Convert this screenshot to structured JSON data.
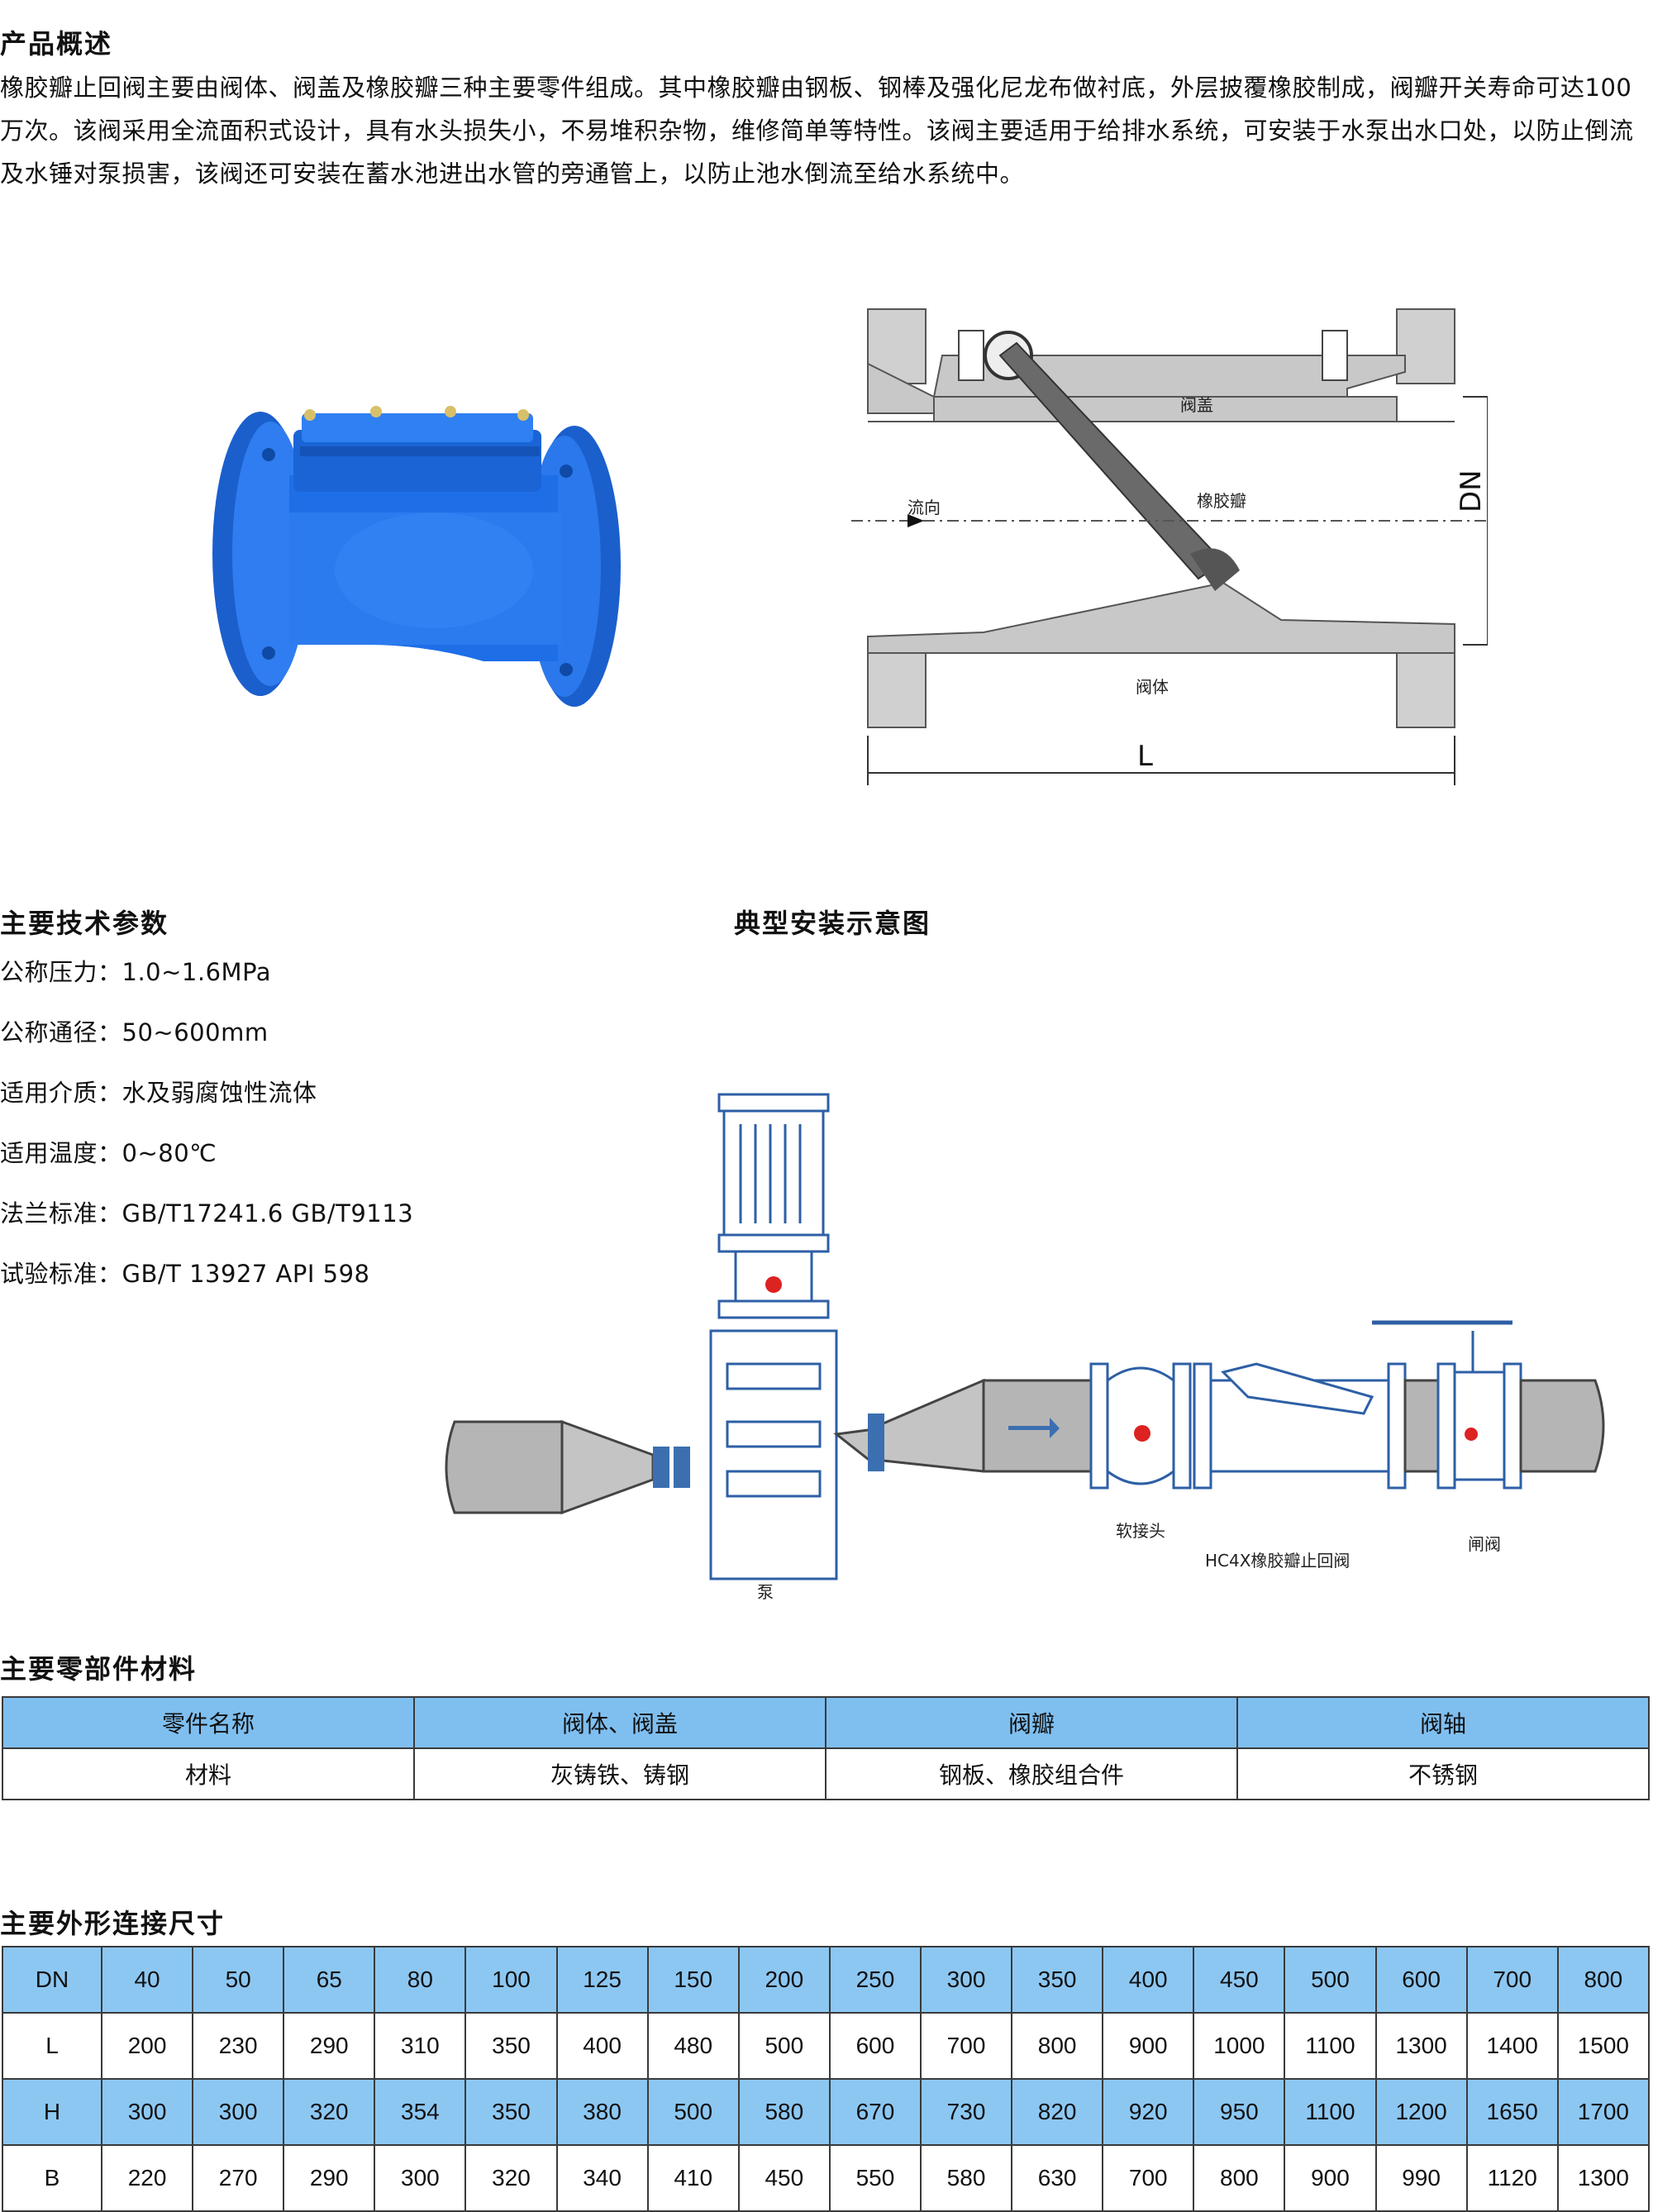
{
  "sections": {
    "overview_title": "产品概述",
    "overview_text": "橡胶瓣止回阀主要由阀体、阀盖及橡胶瓣三种主要零件组成。其中橡胶瓣由钢板、钢棒及强化尼龙布做衬底，外层披覆橡胶制成，阀瓣开关寿命可达100万次。该阀采用全流面积式设计，具有水头损失小，不易堆积杂物，维修简单等特性。该阀主要适用于给排水系统，可安装于水泵出水口处，以防止倒流及水锤对泵损害，该阀还可安装在蓄水池进出水管的旁通管上，以防止池水倒流至给水系统中。",
    "specs_title": "主要技术参数",
    "install_title": "典型安装示意图",
    "materials_title": "主要零部件材料",
    "dimensions_title": "主要外形连接尺寸"
  },
  "specs": [
    {
      "label": "公称压力：",
      "value": "1.0~1.6MPa"
    },
    {
      "label": "公称通径：",
      "value": "50~600mm"
    },
    {
      "label": "适用介质：",
      "value": "水及弱腐蚀性流体"
    },
    {
      "label": "适用温度：",
      "value": "0~80℃"
    },
    {
      "label": "法兰标准：",
      "value": "GB/T17241.6  GB/T9113"
    },
    {
      "label": "试验标准：",
      "value": "GB/T 13927  API 598"
    }
  ],
  "valve_diagram": {
    "bonnet": "阀盖",
    "flow": "流向",
    "disc": "橡胶瓣",
    "body": "阀体",
    "dn": "DN",
    "length": "L"
  },
  "install_diagram": {
    "pump": "泵",
    "joint": "软接头",
    "check_valve": "HC4X橡胶瓣止回阀",
    "gate_valve": "闸阀"
  },
  "materials": {
    "headers": [
      "零件名称",
      "阀体、阀盖",
      "阀瓣",
      "阀轴"
    ],
    "row": [
      "材料",
      "灰铸铁、铸钢",
      "钢板、橡胶组合件",
      "不锈钢"
    ]
  },
  "dimensions": {
    "rows": [
      [
        "DN",
        "40",
        "50",
        "65",
        "80",
        "100",
        "125",
        "150",
        "200",
        "250",
        "300",
        "350",
        "400",
        "450",
        "500",
        "600",
        "700",
        "800"
      ],
      [
        "L",
        "200",
        "230",
        "290",
        "310",
        "350",
        "400",
        "480",
        "500",
        "600",
        "700",
        "800",
        "900",
        "1000",
        "1100",
        "1300",
        "1400",
        "1500"
      ],
      [
        "H",
        "300",
        "300",
        "320",
        "354",
        "350",
        "380",
        "500",
        "580",
        "670",
        "730",
        "820",
        "920",
        "950",
        "1100",
        "1200",
        "1650",
        "1700"
      ],
      [
        "B",
        "220",
        "270",
        "290",
        "300",
        "320",
        "340",
        "410",
        "450",
        "550",
        "580",
        "630",
        "700",
        "800",
        "900",
        "990",
        "1120",
        "1300"
      ]
    ]
  },
  "colors": {
    "valve_blue": "#1e6ee8",
    "table_header_blue": "#7fbff0",
    "pipe_gray": "#b5b5b5",
    "diagram_gray": "#c8c8c8"
  }
}
